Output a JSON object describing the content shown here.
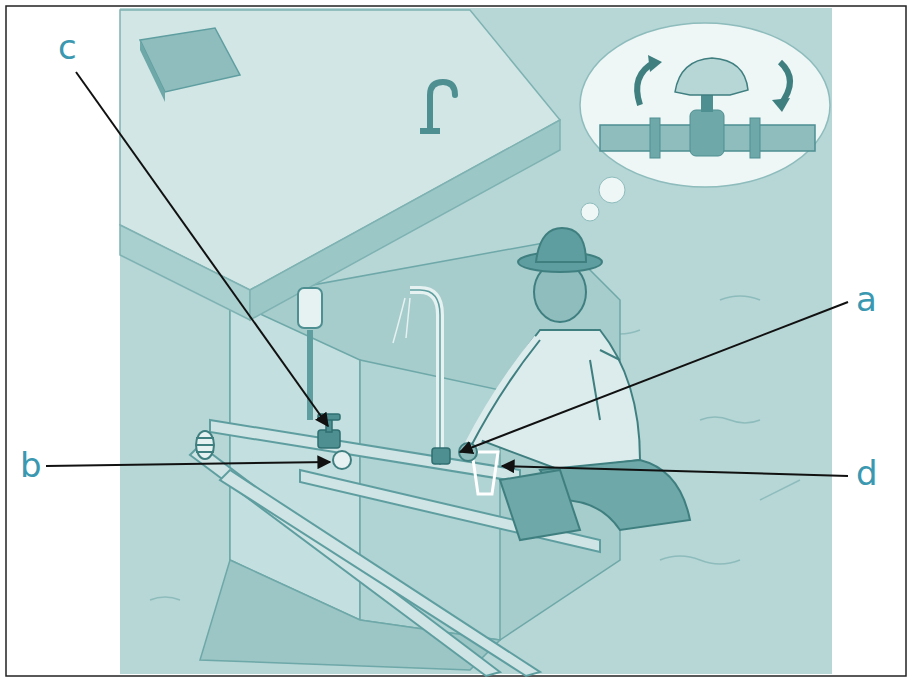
{
  "diagram": {
    "labels": [
      "c",
      "a",
      "b",
      "d"
    ]
  }
}
